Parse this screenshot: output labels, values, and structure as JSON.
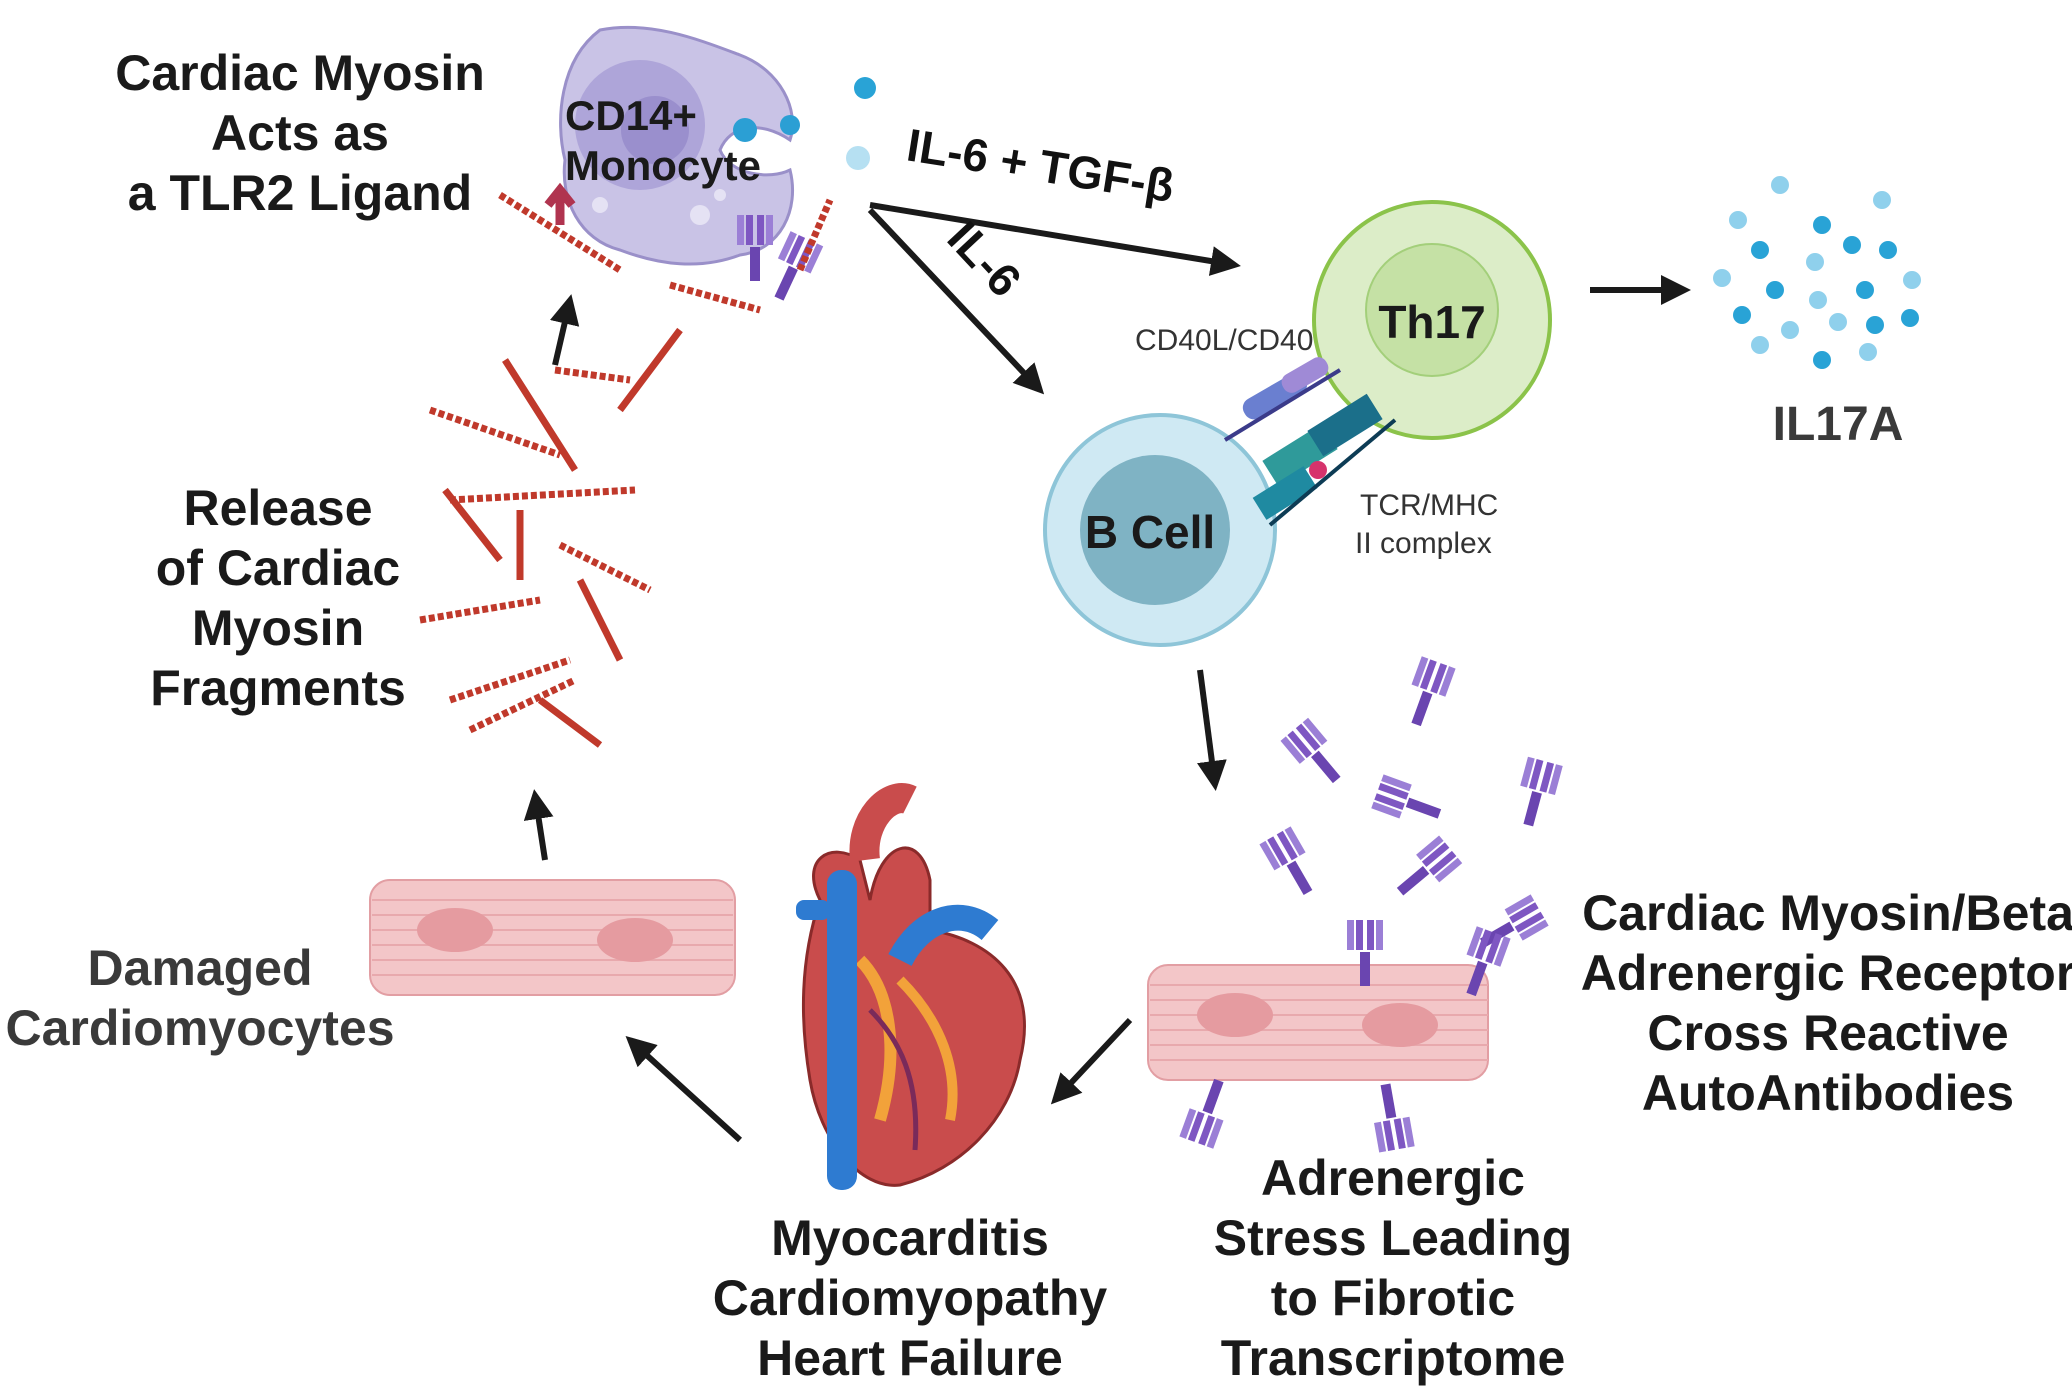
{
  "labels": {
    "monocyte": [
      "CD14+",
      "Monocyte"
    ],
    "tlr2": [
      "Cardiac Myosin",
      "Acts as",
      "a TLR2 Ligand"
    ],
    "il6_tgf": "IL-6 + TGF-β",
    "il6": "IL-6",
    "th17": "Th17",
    "il17a": "IL17A",
    "cd40": "CD40L/CD40",
    "tcr": [
      "TCR/MHC",
      "II complex"
    ],
    "bcell": "B Cell",
    "release": [
      "Release",
      "of Cardiac",
      "Myosin",
      "Fragments"
    ],
    "autoab": [
      "Cardiac Myosin/Beta",
      "Adrenergic Receptor",
      "Cross Reactive",
      "AutoAntibodies"
    ],
    "adrenergic": [
      "Adrenergic",
      "Stress Leading",
      "to Fibrotic",
      "Transcriptome"
    ],
    "myocarditis": [
      "Myocarditis",
      "Cardiomyopathy",
      "Heart Failure"
    ],
    "damaged": [
      "Damaged",
      "Cardiomyocytes"
    ]
  },
  "colors": {
    "monocyte": "#c9c3e6",
    "monocyte_nucleus": "#a79ed6",
    "th17": "#dcedc8",
    "th17_edge": "#8bc34a",
    "bcell": "#cfe9f3",
    "bcell_nucleus": "#7fb3c4",
    "antibody": "#7e57c2",
    "myosin": "#c0392b",
    "cytokine": "#29a3d6",
    "cardiomyocyte": "#f3c6c8"
  }
}
